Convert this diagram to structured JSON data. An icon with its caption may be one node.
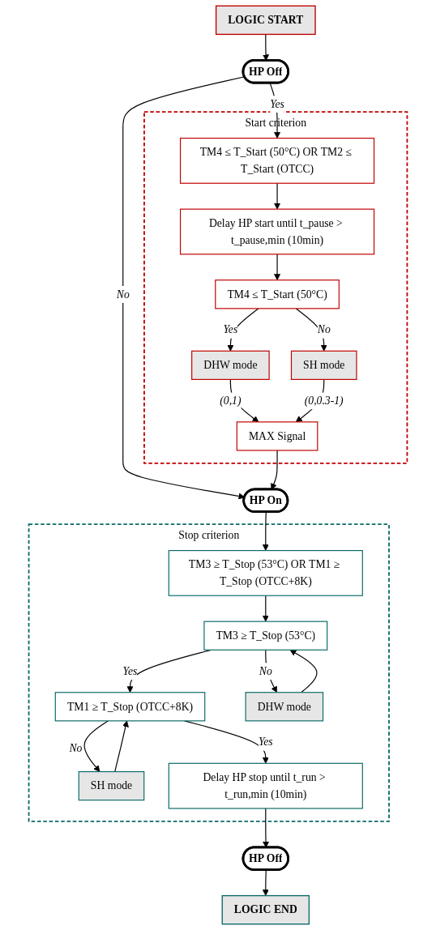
{
  "diagram": {
    "nodes": [
      {
        "text": [
          "LOGIC START"
        ]
      },
      {
        "text": [
          "HP Off"
        ]
      },
      {
        "text": [
          "Start criterion"
        ]
      },
      {
        "text": [
          "TM4 ≤ T_Start (50°C) OR TM2 ≤ T_Start (OTCC)"
        ],
        "in": 2
      },
      {
        "text": [
          "Delay HP start until t_pause > t_pause,min (10min)"
        ],
        "in": 2
      },
      {
        "text": [
          "TM4 ≤ T_Start (50°C)"
        ],
        "in": 2
      },
      {
        "text": [
          "DHW mode"
        ],
        "in": 2
      },
      {
        "text": [
          "SH mode"
        ],
        "in": 2
      },
      {
        "text": [
          "MAX Signal"
        ],
        "in": 2
      },
      {
        "text": [
          "HP On"
        ]
      },
      {
        "text": [
          "Stop criterion"
        ]
      },
      {
        "text": [
          "TM3 ≥ T_Stop (53°C) OR TM1 ≥ T_Stop (OTCC+8K)"
        ],
        "in": 10
      },
      {
        "text": [
          "TM3 ≥ T_Stop (53°C)"
        ],
        "in": 10
      },
      {
        "text": [
          "TM1 ≥ T_Stop (OTCC+8K)"
        ],
        "in": 10
      },
      {
        "text": [
          "SH mode"
        ],
        "in": 10
      },
      {
        "text": [
          "DHW mode"
        ],
        "in": 10
      },
      {
        "text": [
          "Delay HP stop until t_run > t_run,min (10min)"
        ],
        "in": 10
      },
      {
        "text": [
          "HP Off"
        ]
      },
      {
        "text": [
          "LOGIC END"
        ]
      }
    ],
    "edges": [
      {
        "from": 0,
        "to": 1,
        "arrow": "to"
      },
      {
        "from": 1,
        "to": 3,
        "arrow": "to",
        "label": "Yes"
      },
      {
        "from": 1,
        "to": 9,
        "arrow": "to",
        "label": "No"
      },
      {
        "from": 3,
        "to": 4,
        "arrow": "to"
      },
      {
        "from": 4,
        "to": 5,
        "arrow": "to"
      },
      {
        "from": 5,
        "to": 6,
        "arrow": "to",
        "label": "Yes"
      },
      {
        "from": 5,
        "to": 7,
        "arrow": "to",
        "label": "No"
      },
      {
        "from": 6,
        "to": 8,
        "arrow": "to",
        "label": "(0,1)"
      },
      {
        "from": 7,
        "to": 8,
        "arrow": "to",
        "label": "(0,0.3-1)"
      },
      {
        "from": 8,
        "to": 9,
        "arrow": "to"
      },
      {
        "from": 9,
        "to": 11,
        "arrow": "to"
      },
      {
        "from": 11,
        "to": 12,
        "arrow": "to"
      },
      {
        "from": 12,
        "to": 13,
        "arrow": "to",
        "label": "Yes"
      },
      {
        "from": 12,
        "to": 15,
        "arrow": "to",
        "label": "No"
      },
      {
        "from": 13,
        "to": 14,
        "arrow": "to",
        "label": "No"
      },
      {
        "from": 13,
        "to": 16,
        "arrow": "to",
        "label": "Yes"
      },
      {
        "from": 14,
        "to": 13,
        "arrow": "to"
      },
      {
        "from": 15,
        "to": 12,
        "arrow": "to"
      },
      {
        "from": 16,
        "to": 17,
        "arrow": "to"
      },
      {
        "from": 17,
        "to": 18,
        "arrow": "to"
      }
    ]
  }
}
